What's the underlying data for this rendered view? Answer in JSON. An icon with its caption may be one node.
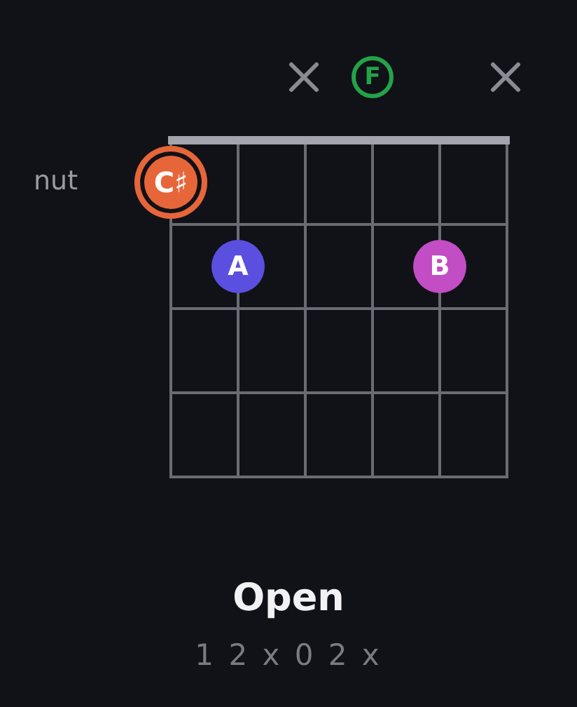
{
  "diagram": {
    "title": "Open",
    "nodes": [
      {
        "text": [
          "F"
        ]
      },
      {
        "text": [
          "C♯"
        ]
      },
      {
        "text": [
          "A"
        ]
      },
      {
        "text": [
          "B"
        ]
      }
    ],
    "labels": [
      "nut",
      "1 2 x 0 2 x"
    ]
  }
}
